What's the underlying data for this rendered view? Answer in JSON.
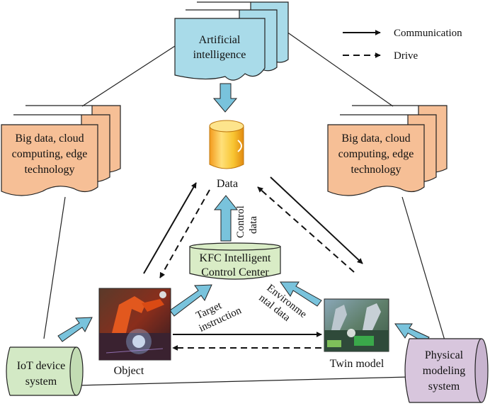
{
  "legend": {
    "communication": "Communication",
    "drive": "Drive"
  },
  "ai_box": {
    "line1": "Artificial",
    "line2": "intelligence"
  },
  "bigdata_left": {
    "line1": "Big data, cloud",
    "line2": "computing, edge",
    "line3": "technology"
  },
  "bigdata_right": {
    "line1": "Big data, cloud",
    "line2": "computing, edge",
    "line3": "technology"
  },
  "data_node": {
    "label": "Data"
  },
  "control_center": {
    "line1": "KFC Intelligent",
    "line2": "Control Center"
  },
  "control_data": {
    "line1": "Control",
    "line2": "data"
  },
  "target_instruction": {
    "line1": "Target",
    "line2": "instruction"
  },
  "environmental_data": {
    "line1": "Environme",
    "line2": "ntal data"
  },
  "object_node": {
    "label": "Object"
  },
  "twin_node": {
    "label": "Twin model"
  },
  "iot_system": {
    "line1": "IoT device",
    "line2": "system"
  },
  "physical_system": {
    "line1": "Physical",
    "line2": "modeling",
    "line3": "system"
  },
  "colors": {
    "ai_fill": "#a9dbe9",
    "bigdata_fill": "#f6bf96",
    "control_fill": "#d9ecc6",
    "iot_fill": "#d3e9c5",
    "physical_fill": "#d8c6dd",
    "arrow_blue": "#79c3dc",
    "data_yellow": "#f7c531"
  }
}
